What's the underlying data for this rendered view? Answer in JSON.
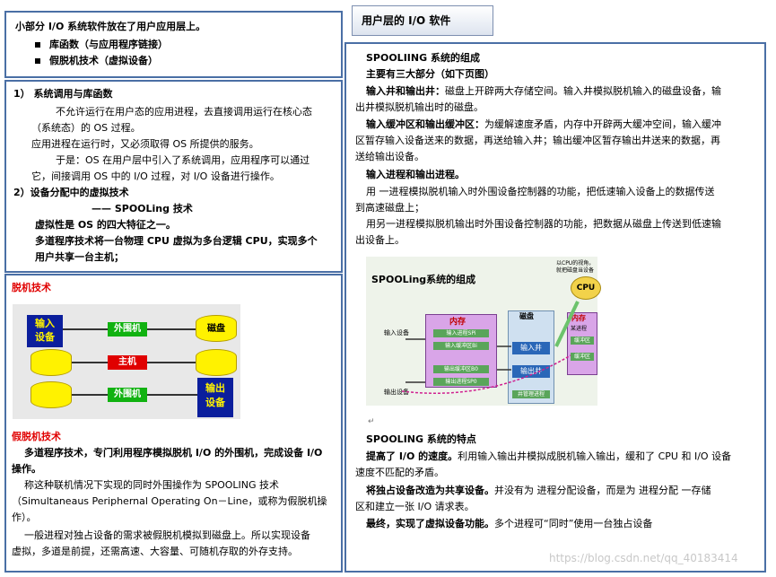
{
  "intro": {
    "title": "小部分 I/O 系统软件放在了用户应用层上。",
    "bullets": [
      "库函数（与应用程序链接）",
      "假脱机技术（虚拟设备）"
    ]
  },
  "header_tab": {
    "title": "用户层的 I/O 软件"
  },
  "section1": {
    "heading": "1）  系统调用与库函数",
    "p1a": "不允许运行在用户态的应用进程，去直接调用运行在核心态",
    "p1b": "（系统态）的 OS 过程。",
    "p2": "应用进程在运行时，又必须取得 OS 所提供的服务。",
    "p3a": "于是：OS 在用户层中引入了系统调用，应用程序可以通过",
    "p3b": "它，间接调用 OS 中的 I/O 过程，对 I/O 设备进行操作。",
    "heading2": "2）设备分配中的虚拟技术",
    "spool_label": "—— SPOOLing 技术",
    "virtual": "虚拟性是 OS 的四大特征之一。",
    "multi_a": "多道程序技术将一台物理 CPU 虚拟为多台逻辑 CPU，实现多个",
    "multi_b": "用户共享一台主机；"
  },
  "offline": {
    "title": "脱机技术",
    "diagram": {
      "input_device": "输入\n设备",
      "peripheral_top": "外围机",
      "disk": "磁盘",
      "host": "主机",
      "peripheral_bottom": "外围机",
      "output_device": "输出\n设备"
    },
    "title2": "假脱机技术",
    "p1a": "多道程序技术，专门利用程序模拟脱机 I/O 的外围机，完成设备 I/O",
    "p1b": "操作。",
    "p2a": "称这种联机情况下实现的同时外围操作为 SPOOLING 技术",
    "p2b": "（Simultaneaus Periphernal Operating On－Line，或称为假脱机操",
    "p2c": "作）。",
    "p3a": "一般进程对独占设备的需求被假脱机模拟到磁盘上。所以实现设备",
    "p3b": "虚拟，多道是前提，还需高速、大容量、可随机存取的外存支持。"
  },
  "spooling": {
    "title": "SPOOLIING 系统的组成",
    "parts": "主要有三大部分（如下页图）",
    "w1_label": "输入井和输出井：",
    "w1_text_a": "磁盘上开辟两大存储空间。输入井模拟脱机输入的磁盘设备，输",
    "w1_text_b": "出井模拟脱机输出时的磁盘。",
    "w2_label": "输入缓冲区和输出缓冲区：",
    "w2_text_a": "为缓解速度矛盾，内存中开辟两大缓冲空间，输入缓冲",
    "w2_text_b": "区暂存输入设备送来的数据，再送给输入井；输出缓冲区暂存输出井送来的数据，再",
    "w2_text_c": "送给输出设备。",
    "w3_label": "输入进程和输出进程。",
    "w3_text_a": "用 一进程模拟脱机输入时外围设备控制器的功能，把低速输入设备上的数据传送",
    "w3_text_b": "到高速磁盘上；",
    "w3_text_c": "用另一进程模拟脱机输出时外围设备控制器的功能，把数据从磁盘上传送到低速输",
    "w3_text_d": "出设备上。",
    "figure": {
      "title": "SPOOLing系统的组成",
      "cpu_note": "以CPU的视角，\n就把磁盘当设备",
      "cpu": "CPU",
      "memory_left": "内存",
      "disk": "磁盘",
      "memory_right": "内存",
      "input_device": "输入设备",
      "output_device": "输出设备",
      "in_process": "输入进程SPi",
      "in_buffer": "输入缓冲区Bi",
      "in_well": "输入井",
      "out_buffer": "输出缓冲区B0",
      "out_process": "输出进程SP0",
      "out_well": "输出井",
      "queue": "井管理进程",
      "some_process": "某进程",
      "rb1": "缓冲区",
      "rb2": "缓冲区"
    },
    "features_title": "SPOOLING 系统的特点",
    "f1_label": "提高了 I/O 的速度。",
    "f1_text_a": "利用输入输出井模拟成脱机输入输出，缓和了 CPU 和 I/O 设备",
    "f1_text_b": "速度不匹配的矛盾。",
    "f2_label": "将独占设备改造为共享设备。",
    "f2_text_a": "并没有为 进程分配设备，而是为 进程分配 一存储",
    "f2_text_b": "区和建立一张 I/O 请求表。",
    "f3_label": "最终，实现了虚拟设备功能。",
    "f3_text": "多个进程可“同时”使用一台独占设备"
  },
  "watermark": "https://blog.csdn.net/qq_40183414"
}
